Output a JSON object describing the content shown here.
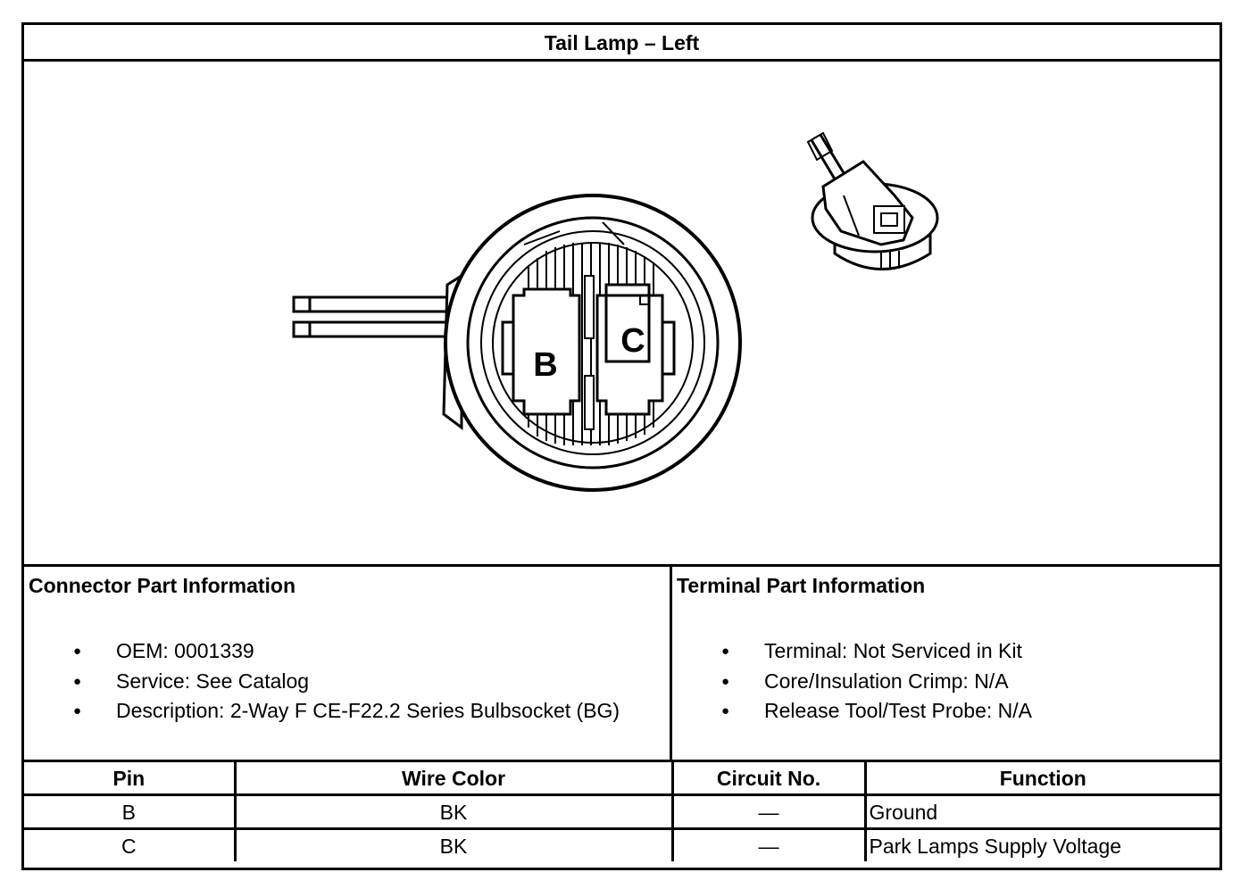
{
  "title": "Tail Lamp – Left",
  "diagram": {
    "cavity_b": "B",
    "cavity_c": "C"
  },
  "connector_info": {
    "heading": "Connector Part Information",
    "items": [
      "OEM: 0001339",
      "Service: See Catalog",
      "Description: 2-Way F CE-F22.2 Series Bulbsocket (BG)"
    ]
  },
  "terminal_info": {
    "heading": "Terminal Part Information",
    "items": [
      "Terminal: Not Serviced in Kit",
      "Core/Insulation Crimp: N/A",
      "Release Tool/Test Probe: N/A"
    ]
  },
  "pin_table": {
    "headers": [
      "Pin",
      "Wire Color",
      "Circuit No.",
      "Function"
    ],
    "rows": [
      [
        "B",
        "BK",
        "—",
        "Ground"
      ],
      [
        "C",
        "BK",
        "—",
        "Park Lamps Supply Voltage"
      ]
    ]
  }
}
